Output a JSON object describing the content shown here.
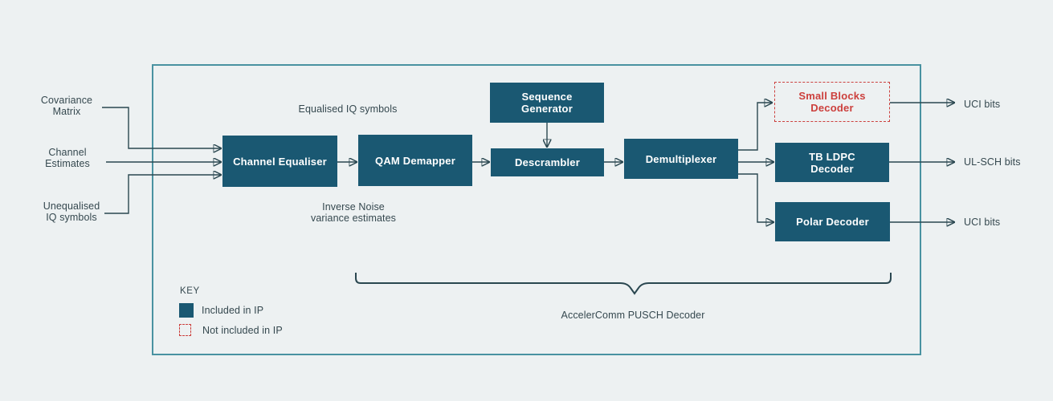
{
  "io": {
    "inputs": [
      {
        "label": "Covariance\nMatrix"
      },
      {
        "label": "Channel\nEstimates"
      },
      {
        "label": "Unequalised\nIQ symbols"
      }
    ],
    "outputs": [
      {
        "label": "UCI bits"
      },
      {
        "label": "UL-SCH bits"
      },
      {
        "label": "UCI bits"
      }
    ]
  },
  "blocks": {
    "channel_equaliser": "Channel Equaliser",
    "qam_demapper": "QAM Demapper",
    "sequence_generator": "Sequence\nGenerator",
    "descrambler": "Descrambler",
    "demultiplexer": "Demultiplexer",
    "small_blocks_decoder": "Small Blocks\nDecoder",
    "tb_ldpc_decoder": "TB LDPC\nDecoder",
    "polar_decoder": "Polar Decoder"
  },
  "annotations": {
    "equalised_iq": "Equalised IQ symbols",
    "inverse_noise": "Inverse Noise\nvariance estimates",
    "brace_label": "AccelerComm PUSCH Decoder"
  },
  "key": {
    "title": "KEY",
    "included": "Included in IP",
    "not_included": "Not included in IP"
  },
  "colors": {
    "bg": "#edf1f2",
    "block": "#1a5872",
    "border": "#4992a1",
    "line": "#2a4750",
    "red": "#cc403d",
    "ink": "#35484f"
  }
}
